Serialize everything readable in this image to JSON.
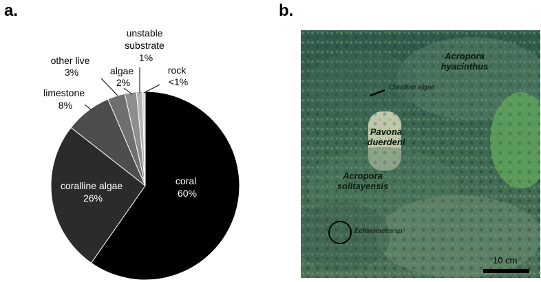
{
  "panels": {
    "a": "a.",
    "b": "b."
  },
  "chart_data": {
    "type": "pie",
    "slices": [
      {
        "label": "coral",
        "pct_label": "60%",
        "value": 60,
        "color": "#000000"
      },
      {
        "label": "coralline algae",
        "pct_label": "26%",
        "value": 26,
        "color": "#2b2b2b"
      },
      {
        "label": "limestone",
        "pct_label": "8%",
        "value": 8,
        "color": "#4d4d4d"
      },
      {
        "label": "other live",
        "pct_label": "3%",
        "value": 3,
        "color": "#6f6f6f"
      },
      {
        "label": "algae",
        "pct_label": "2%",
        "value": 2,
        "color": "#8e8e8e"
      },
      {
        "label": "unstable substrate",
        "pct_label": "1%",
        "value": 1,
        "color": "#b4b4b4"
      },
      {
        "label": "rock",
        "pct_label": "<1%",
        "value": 0.5,
        "color": "#d9d9d9"
      }
    ]
  },
  "photo": {
    "labels": {
      "acropora_hyacinthus": [
        "Acropora",
        "hyacinthus"
      ],
      "pavona_duerdeni": [
        "Pavona",
        "duerdeni"
      ],
      "acropora_solitayensis": [
        "Acropora",
        "solitayensis"
      ],
      "coralline_algae": "Coralline algae",
      "echinometra": "Echinometra sp.",
      "scale_bar": "10 cm"
    }
  }
}
